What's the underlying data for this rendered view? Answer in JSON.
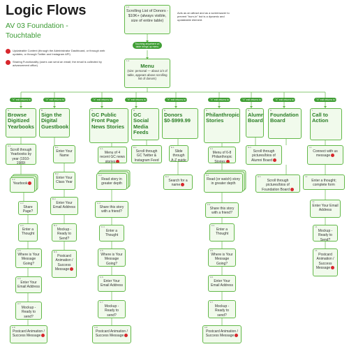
{
  "title": "Logic Flows",
  "subtitle": "AV 03 Foundation - Touchtable",
  "legend": [
    {
      "icon": "red-circle-icon",
      "text": "Updateable Content (through the Administrator Dashboard, or through web updates, or through Twitter and Instagram API)"
    },
    {
      "icon": "red-circle-icon",
      "text": "Sharing Functionality (users can send an email; the email is collected by advancement office)"
    }
  ],
  "note": "Acts as an attract and as a screensaver to prevent \"burn-in\" but is a dynamic and updateable element.",
  "colors": {
    "accent": "#62b848",
    "box_fill": "#f1faec",
    "pill": "#3f9e34",
    "flag": "#d7262c",
    "heading": "#2c7e27"
  },
  "nodes": {
    "donors_scroll": {
      "id": "1.0",
      "text": "Scrolling List of Donors - $10K+ (always visible, size of entire table)"
    },
    "menu": {
      "id": "1.1",
      "title": "Menu",
      "text": "(size: personal — about 1/4 of table, appears above scrolling list of donors)"
    },
    "n_a": {
      "id": "A",
      "text": "Browse Digitized Yearbooks"
    },
    "n_a1": {
      "id": "A.1",
      "text": "Scroll through Yearbooks by year (1910-1989)"
    },
    "n_a2": {
      "id": "A.2",
      "text": "Yearbook"
    },
    "n_a3": {
      "id": "A.3",
      "text": "Share Page?"
    },
    "n_a4": {
      "id": "A.4",
      "text": "Enter a Thought"
    },
    "n_a5": {
      "id": "A.5",
      "text": "Where is Your Message Going?"
    },
    "n_a6": {
      "id": "A.6",
      "text": "Enter Your Email Address"
    },
    "n_a7": {
      "id": "A.7",
      "text": "Mockup - Ready to send?"
    },
    "n_a8": {
      "id": "A.8",
      "text": "Postcard Animation / Success Message"
    },
    "n_b": {
      "id": "B",
      "text": "Sign the Digital Guestbook"
    },
    "n_b1": {
      "id": "B.1",
      "text": "Enter Your Name"
    },
    "n_b2": {
      "id": "B.2",
      "text": "Enter Your Class Year"
    },
    "n_b3": {
      "id": "B.3",
      "text": "Enter Your Email Address"
    },
    "n_b4": {
      "id": "B.4",
      "text": "Mockup - Ready to Send?"
    },
    "n_b5": {
      "id": "B.5",
      "text": "Postcard Animation / Success Message"
    },
    "n_c": {
      "id": "C",
      "text": "GC Public Front Page News Stories"
    },
    "n_c1": {
      "id": "C.1",
      "text": "Menu of 4 recent GC news stories"
    },
    "n_c2": {
      "id": "C.2",
      "text": "Read story in greater depth"
    },
    "n_c3": {
      "id": "C.3",
      "text": "Share this story with a friend?"
    },
    "n_c4": {
      "id": "C.4",
      "text": "Enter a Thought"
    },
    "n_c5": {
      "id": "C.5",
      "text": "Where is Your Message Going?"
    },
    "n_c6": {
      "id": "C.6",
      "text": "Enter Your Email Address"
    },
    "n_c7": {
      "id": "C.7",
      "text": "Mockup - Ready to send?"
    },
    "n_c8": {
      "id": "C.8",
      "text": "Postcard Animation / Success Message"
    },
    "n_d": {
      "id": "D",
      "text": "GC Social Media Feeds"
    },
    "n_d1": {
      "id": "D.1",
      "text": "Scroll through GC Twitter & Instagram Feed"
    },
    "n_e": {
      "id": "E",
      "text": "Donors $0-$999.99"
    },
    "n_e1": {
      "id": "E.1",
      "text": "Slide through A-Z guide"
    },
    "n_e2": {
      "id": "E.2",
      "text": "Search for a name"
    },
    "n_f": {
      "id": "F",
      "text": "Philanthropic Stories"
    },
    "n_f1": {
      "id": "F.1",
      "text": "Menu of 6-8 Philanthropic Stories"
    },
    "n_f2": {
      "id": "F.2",
      "text": "Read (or watch) story in greater depth"
    },
    "n_f3": {
      "id": "F.3",
      "text": "Share this story with a friend?"
    },
    "n_f4": {
      "id": "F.4",
      "text": "Enter a Thought"
    },
    "n_f5": {
      "id": "F.5",
      "text": "Where is Your Message Going?"
    },
    "n_f6": {
      "id": "F.6",
      "text": "Enter Your Email Address"
    },
    "n_f7": {
      "id": "F.7",
      "text": "Mockup - Ready to send?"
    },
    "n_f8": {
      "id": "F.8",
      "text": "Postcard Animation / Success Message"
    },
    "n_g": {
      "id": "G",
      "text": "Alumni Board"
    },
    "n_h": {
      "id": "H",
      "text": "Foundation Board"
    },
    "n_g1": {
      "id": "G.1",
      "text": "Scroll through pictures/bios of Alumni Board"
    },
    "n_h1": {
      "id": "H.1",
      "text": "Scroll through pictures/bios of Foundation Board"
    },
    "n_i": {
      "id": "I",
      "text": "Call to Action"
    },
    "n_i1": {
      "id": "I.1",
      "text": "Connect with us message"
    },
    "n_i2": {
      "id": "I.2",
      "text": "Enter a thought; complete form"
    },
    "n_i3": {
      "id": "I.3",
      "text": "Enter Your Email Address"
    },
    "n_i4": {
      "id": "I.4",
      "text": "Mockup - Ready to Send?"
    },
    "n_i5": {
      "id": "I.5",
      "text": "Postcard Animation / Success Message"
    }
  },
  "pills": {
    "touch": "Touching anywhere on table brings up menu",
    "x_menu": "\"X\" exit returns to menu"
  }
}
